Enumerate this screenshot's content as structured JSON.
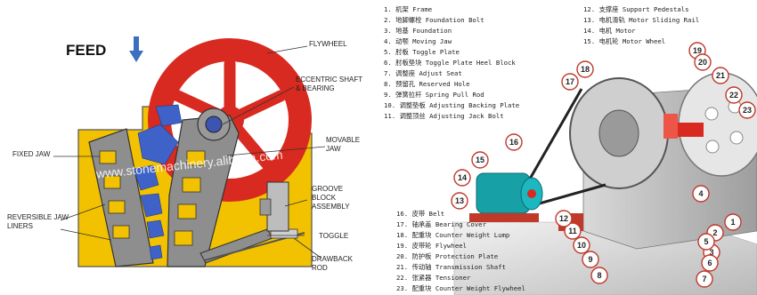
{
  "colors": {
    "frame_yellow": "#f2c200",
    "flywheel_red": "#d82a20",
    "jaw_gray": "#8e8e8e",
    "feed_blue": "#3f62c8",
    "arrow_blue": "#3d6fc0",
    "leader_red": "#c0392b",
    "motor_teal": "#17a0a6",
    "motor_base_red": "#c0392b"
  },
  "left_diagram": {
    "feed_label": "FEED",
    "labels": {
      "flywheel": "FLYWHEEL",
      "eccentric_1": "ECCENTRIC SHAFT",
      "eccentric_2": "& BEARING",
      "fixed_jaw": "FIXED JAW",
      "movable_1": "MOVABLE",
      "movable_2": "JAW",
      "groove_1": "GROOVE",
      "groove_2": "BLOCK",
      "groove_3": "ASSEMBLY",
      "reversible_1": "REVERSIBLE JAW",
      "reversible_2": "LINERS",
      "toggle": "TOGGLE",
      "drawback_1": "DRAWBACK",
      "drawback_2": "ROD"
    },
    "watermark": "www.stonemachinery.alibaba.com"
  },
  "right_diagram": {
    "legend_left": [
      "1. 机架  Frame",
      "2. 地脚螺栓  Foundation Bolt",
      "3. 地基  Foundation",
      "4. 动颚  Moving Jaw",
      "5. 肘板  Toggle Plate",
      "6. 肘板垫块  Toggle Plate Heel Block",
      "7. 调整座  Adjust Seat",
      "8. 预留孔  Reserved Hole",
      "9. 弹簧拉杆  Spring Pull Rod",
      "10. 调整垫板  Adjusting Backing Plate",
      "11. 调整顶丝  Adjusting Jack Bolt"
    ],
    "legend_right": [
      "12. 支撑座  Support Pedestals",
      "13. 电机滑轨  Motor Sliding Rail",
      "14. 电机  Motor",
      "15. 电机轮  Motor Wheel"
    ],
    "legend_bottom": [
      "16. 皮带  Belt",
      "17. 轴承盖  Bearing Cover",
      "18. 配重块  Counter Weight Lump",
      "19. 皮带轮  Flywheel",
      "20. 防护板  Protection Plate",
      "21. 传动轴  Transmission Shaft",
      "22. 张紧器  Tensioner",
      "23. 配重块  Counter Weight Flywheel"
    ],
    "callouts": [
      "1",
      "2",
      "3",
      "4",
      "5",
      "6",
      "7",
      "8",
      "9",
      "10",
      "11",
      "12",
      "13",
      "14",
      "15",
      "16",
      "17",
      "18",
      "19",
      "20",
      "21",
      "22",
      "23"
    ]
  }
}
